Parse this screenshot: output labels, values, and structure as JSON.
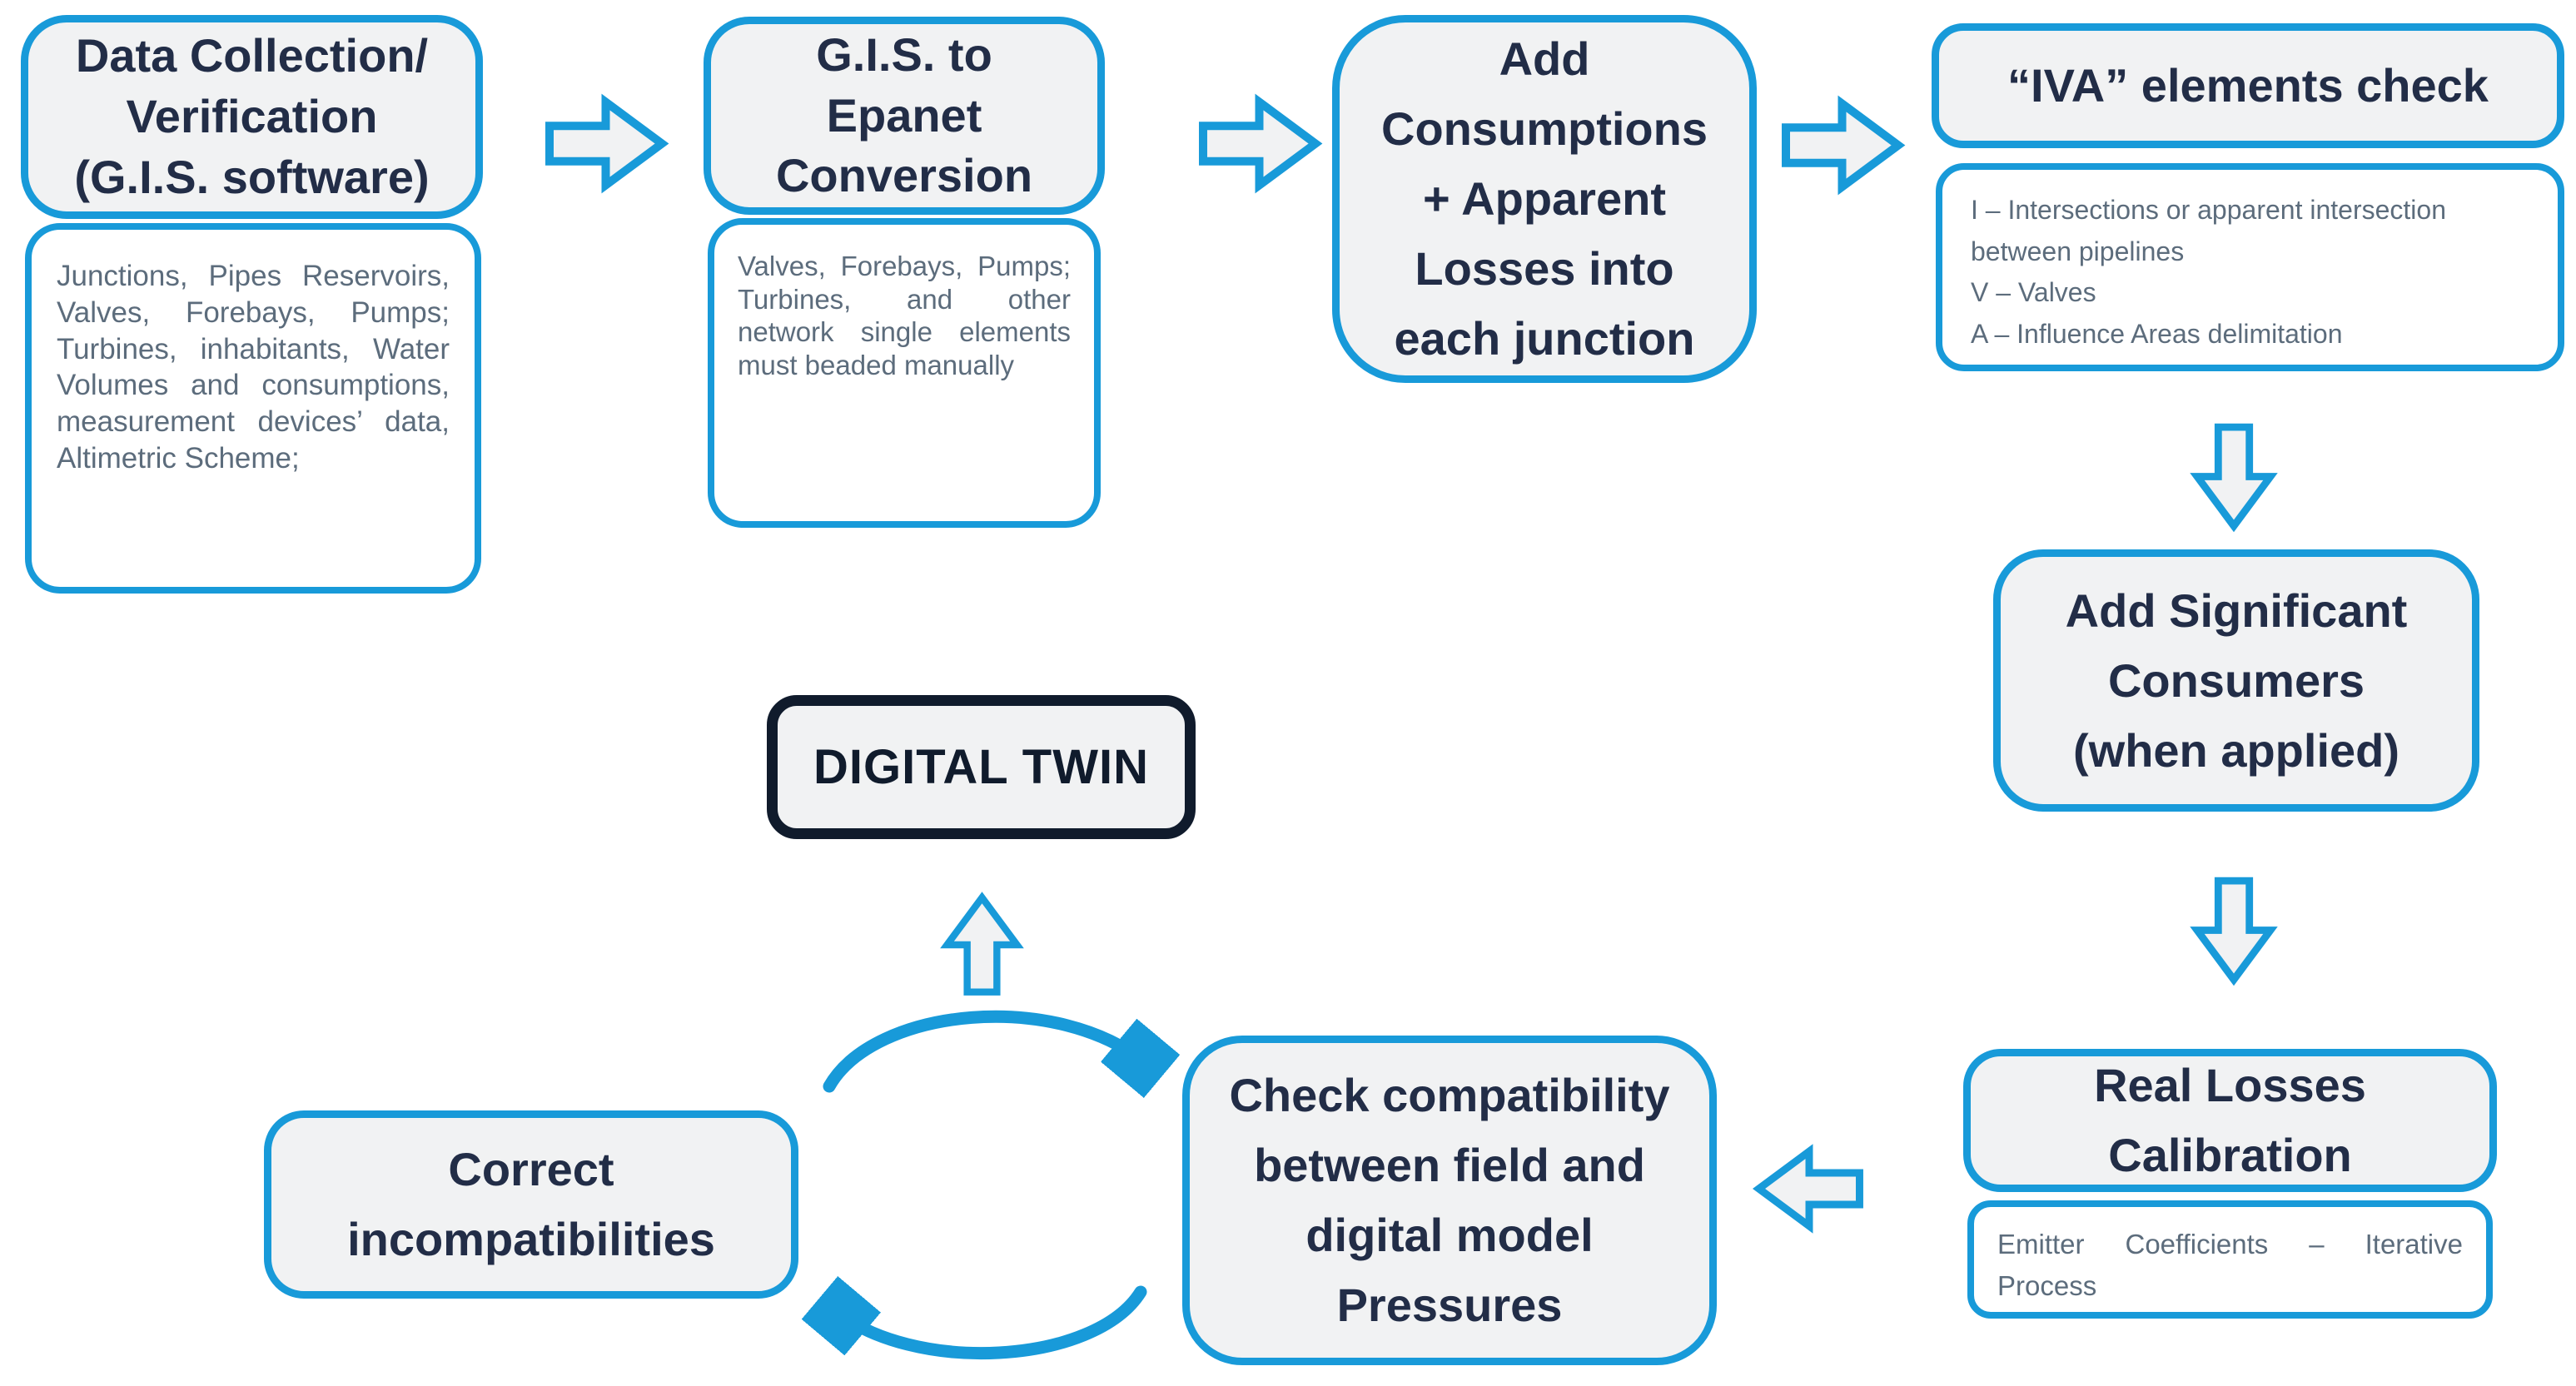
{
  "colors": {
    "accent_blue": "#189ad9",
    "box_fill": "#f1f2f3",
    "detail_fill": "#ffffff",
    "title_text": "#222d47",
    "detail_text": "#5c6c7c",
    "dark_border": "#101b2c"
  },
  "nodes": {
    "data_collection": {
      "title": "Data Collection/\nVerification\n(G.I.S. software)",
      "detail": "Junctions, Pipes Reservoirs, Valves, Forebays, Pumps; Turbines, inhabitants, Water Volumes and consumptions, measurement devices’ data, Altimetric Scheme;"
    },
    "gis_to_epanet": {
      "title": "G.I.S. to\nEpanet\nConversion",
      "detail": "Valves, Forebays, Pumps; Turbines, and other network single elements must beaded manually"
    },
    "add_consumptions": {
      "title": "Add\nConsumptions\n+ Apparent\nLosses into\neach junction"
    },
    "iva_check": {
      "title": "“IVA” elements check",
      "detail_lines": [
        "I – Intersections or apparent intersection between pipelines",
        "V – Valves",
        "A – Influence Areas delimitation"
      ]
    },
    "significant_consumers": {
      "title": "Add Significant\nConsumers\n(when applied)"
    },
    "real_losses": {
      "title": "Real Losses\nCalibration",
      "detail": "Emitter Coefficients – Iterative Process"
    },
    "check_compatibility": {
      "title": "Check compatibility\nbetween field and\ndigital model\nPressures"
    },
    "correct_incompatibilities": {
      "title": "Correct\nincompatibilities"
    },
    "digital_twin": {
      "title": "DIGITAL TWIN"
    }
  }
}
